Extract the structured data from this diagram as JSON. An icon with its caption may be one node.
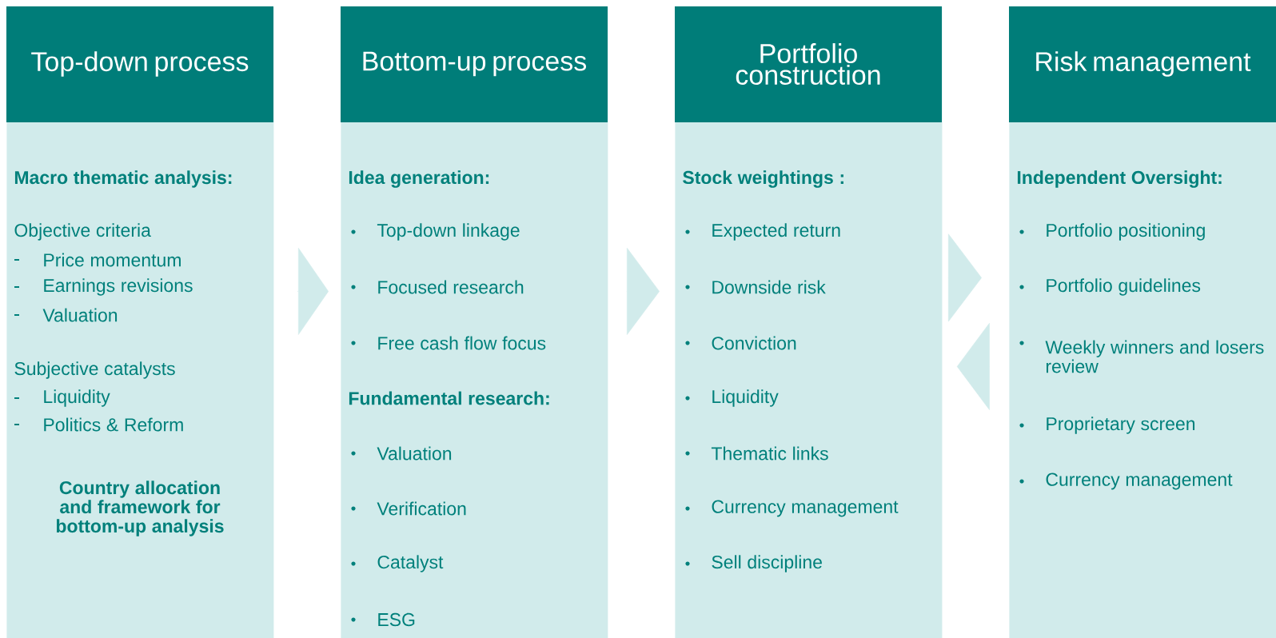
{
  "diagram": {
    "nodes": [
      {
        "text": [
          "Top-down process",
          "Macro thematic analysis:",
          "Objective criteria",
          "Price momentum",
          "Earnings revisions",
          "Valuation",
          "Subjective catalysts",
          "Liquidity",
          "Politics & Reform",
          "Country allocation and framework for bottom-up analysis"
        ]
      },
      {
        "text": [
          "Bottom-up process",
          "Idea generation:",
          "Top-down linkage",
          "Focused research",
          "Free cash flow focus",
          "Fundamental research:",
          "Valuation",
          "Verification",
          "Catalyst",
          "ESG"
        ]
      },
      {
        "text": [
          "Portfolio construction",
          "Stock weightings :",
          "Expected return",
          "Downside risk",
          "Conviction",
          "Liquidity",
          "Thematic links",
          "Currency management",
          "Sell discipline"
        ]
      },
      {
        "text": [
          "Risk management",
          "Independent  Oversight:",
          "Portfolio positioning",
          "Portfolio guidelines",
          "Weekly winners and losers review",
          "Proprietary screen",
          "Currency management"
        ]
      }
    ],
    "edges": [
      {
        "from": 0,
        "to": 1,
        "arrow": "to"
      },
      {
        "from": 1,
        "to": 2,
        "arrow": "to"
      },
      {
        "from": 2,
        "to": 3,
        "arrow": "to"
      },
      {
        "from": 3,
        "to": 2,
        "arrow": "to"
      }
    ]
  }
}
